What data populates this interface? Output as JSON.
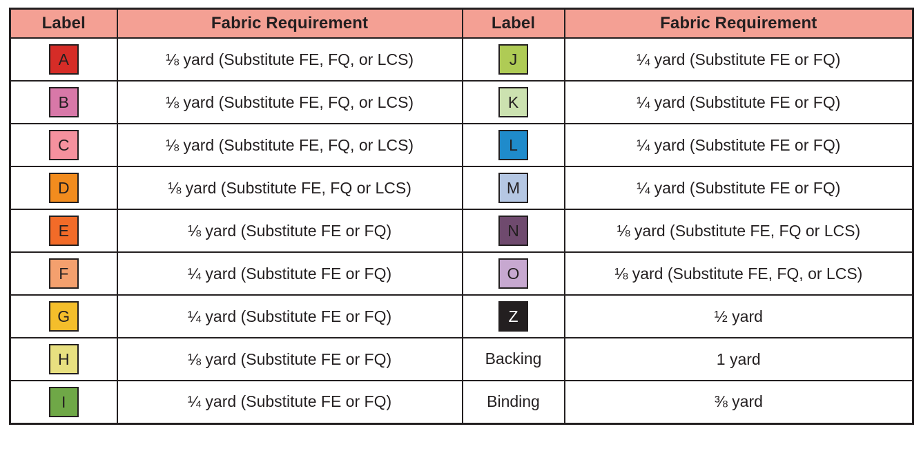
{
  "table": {
    "headers": {
      "label": "Label",
      "requirement": "Fabric Requirement"
    },
    "header_background": "#f4a094",
    "border_color": "#231f20",
    "left_column": [
      {
        "label": "A",
        "swatch_color": "#d62c27",
        "swatch_text_color": "#231f20",
        "requirement": "⅛ yard (Substitute FE, FQ, or LCS)"
      },
      {
        "label": "B",
        "swatch_color": "#d878a8",
        "swatch_text_color": "#231f20",
        "requirement": "⅛ yard (Substitute FE, FQ, or LCS)"
      },
      {
        "label": "C",
        "swatch_color": "#f5919e",
        "swatch_text_color": "#231f20",
        "requirement": "⅛ yard (Substitute FE, FQ, or LCS)"
      },
      {
        "label": "D",
        "swatch_color": "#f28c1e",
        "swatch_text_color": "#231f20",
        "requirement": "⅛ yard (Substitute FE, FQ or LCS)"
      },
      {
        "label": "E",
        "swatch_color": "#f26b28",
        "swatch_text_color": "#231f20",
        "requirement": "⅛ yard (Substitute FE or FQ)"
      },
      {
        "label": "F",
        "swatch_color": "#f4a06e",
        "swatch_text_color": "#231f20",
        "requirement": "¼ yard (Substitute FE or FQ)"
      },
      {
        "label": "G",
        "swatch_color": "#f4be2b",
        "swatch_text_color": "#231f20",
        "requirement": "¼ yard (Substitute FE or FQ)"
      },
      {
        "label": "H",
        "swatch_color": "#e8e080",
        "swatch_text_color": "#231f20",
        "requirement": "⅛ yard (Substitute FE or FQ)"
      },
      {
        "label": "I",
        "swatch_color": "#6fa847",
        "swatch_text_color": "#231f20",
        "requirement": "¼ yard (Substitute FE or FQ)"
      }
    ],
    "right_column": [
      {
        "label": "J",
        "swatch_color": "#afcb55",
        "swatch_text_color": "#231f20",
        "requirement": "¼ yard (Substitute FE or FQ)"
      },
      {
        "label": "K",
        "swatch_color": "#cce2b0",
        "swatch_text_color": "#231f20",
        "requirement": "¼ yard (Substitute FE or FQ)"
      },
      {
        "label": "L",
        "swatch_color": "#1f8bcb",
        "swatch_text_color": "#231f20",
        "requirement": "¼ yard (Substitute FE or FQ)"
      },
      {
        "label": "M",
        "swatch_color": "#b5c7e3",
        "swatch_text_color": "#231f20",
        "requirement": "¼ yard (Substitute FE or FQ)"
      },
      {
        "label": "N",
        "swatch_color": "#6f4a6e",
        "swatch_text_color": "#231f20",
        "requirement": "⅛ yard (Substitute FE, FQ or LCS)"
      },
      {
        "label": "O",
        "swatch_color": "#c7a8d0",
        "swatch_text_color": "#231f20",
        "requirement": "⅛ yard (Substitute FE, FQ, or LCS)"
      },
      {
        "label": "Z",
        "swatch_color": "#231f20",
        "swatch_text_color": "#ffffff",
        "requirement": "½ yard"
      },
      {
        "label": "Backing",
        "swatch_color": null,
        "swatch_text_color": "#231f20",
        "requirement": "1 yard"
      },
      {
        "label": "Binding",
        "swatch_color": null,
        "swatch_text_color": "#231f20",
        "requirement": "⅜ yard"
      }
    ]
  }
}
